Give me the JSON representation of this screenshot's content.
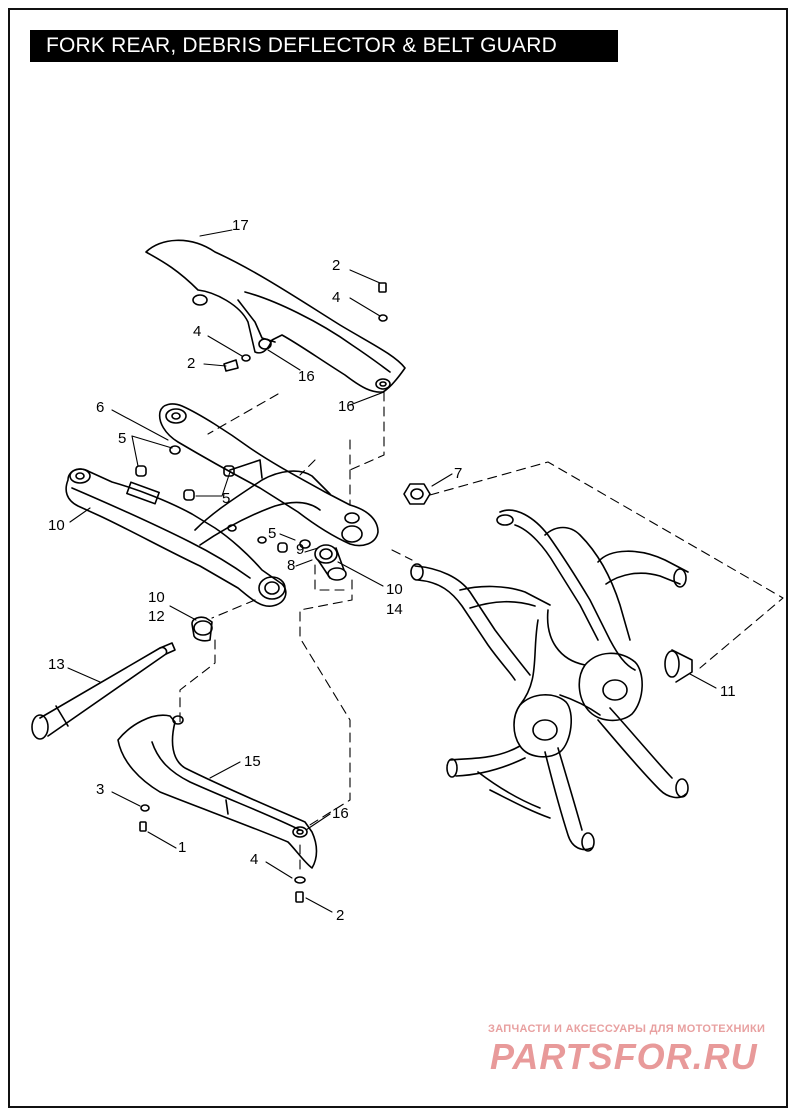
{
  "title": "FORK REAR, DEBRIS DEFLECTOR & BELT GUARD",
  "watermark": {
    "tagline": "ЗАПЧАСТИ И АКСЕССУАРЫ ДЛЯ МОТОТЕХНИКИ",
    "brand": "PARTSFOR.RU"
  },
  "callouts": [
    "17",
    "2",
    "4",
    "4",
    "2",
    "16",
    "16",
    "6",
    "5",
    "5",
    "10",
    "7",
    "5",
    "9",
    "8",
    "10",
    "14",
    "10",
    "12",
    "13",
    "11",
    "15",
    "3",
    "1",
    "16",
    "4",
    "2"
  ],
  "colors": {
    "line": "#000000",
    "background": "#ffffff",
    "watermark": "#e89a9a"
  }
}
